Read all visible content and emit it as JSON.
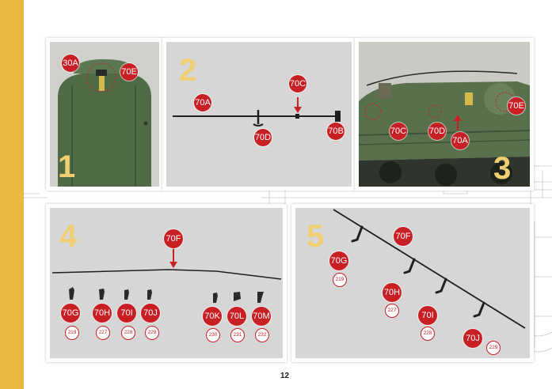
{
  "page": {
    "number": "12",
    "spine_color": "#e7b93e",
    "accent_color": "#c81f25"
  },
  "panels": [
    {
      "step": "1",
      "labels": [
        "30A",
        "70E"
      ]
    },
    {
      "step": "2",
      "labels": [
        "70A",
        "70C",
        "70D",
        "70B"
      ]
    },
    {
      "step": "3",
      "labels": [
        "70E",
        "70C",
        "70D",
        "70A"
      ]
    },
    {
      "step": "4",
      "labels": [
        "70F"
      ],
      "parts": [
        {
          "label": "70G",
          "ref": "219"
        },
        {
          "label": "70H",
          "ref": "227"
        },
        {
          "label": "70I",
          "ref": "228"
        },
        {
          "label": "70J",
          "ref": "229"
        },
        {
          "label": "70K",
          "ref": "230"
        },
        {
          "label": "70L",
          "ref": "231"
        },
        {
          "label": "70M",
          "ref": "232"
        }
      ]
    },
    {
      "step": "5",
      "labels": [
        "70F"
      ],
      "parts": [
        {
          "label": "70G",
          "ref": "219"
        },
        {
          "label": "70H",
          "ref": "227"
        },
        {
          "label": "70I",
          "ref": "228"
        },
        {
          "label": "70J",
          "ref": "229"
        }
      ]
    }
  ],
  "icons": {
    "arrow": "red-arrow-icon",
    "highlight": "red-circle-highlight"
  }
}
